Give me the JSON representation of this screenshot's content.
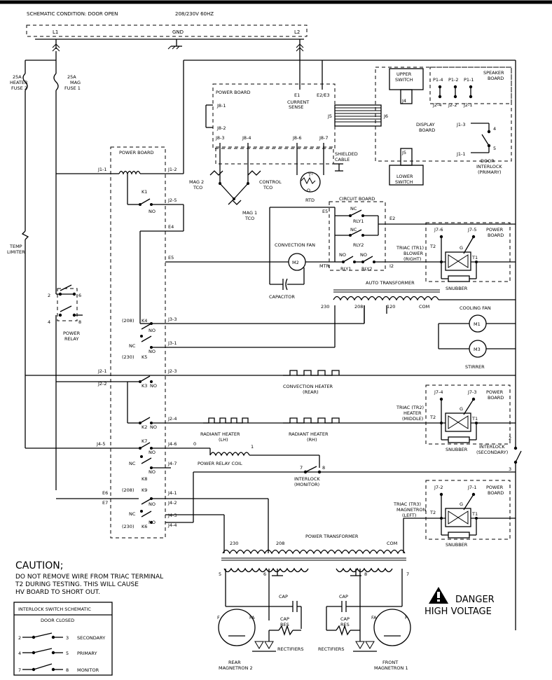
{
  "header": {
    "condition": "SCHEMATIC CONDITION: DOOR OPEN",
    "supply": "208/230V 60HZ",
    "l1": "L1",
    "gnd": "GND",
    "l2": "L2"
  },
  "fuses": {
    "heater": "25A HEATER FUSE 2",
    "heater_lines": [
      "25A",
      "HEATER",
      "FUSE 2"
    ],
    "mag_lines": [
      "25A",
      "MAG",
      "FUSE 1"
    ]
  },
  "temp_limiter": [
    "TEMP",
    "LIMITER"
  ],
  "power_relay": {
    "lines": [
      "POWER",
      "RELAY"
    ],
    "pins": [
      "2",
      "6",
      "4",
      "8"
    ]
  },
  "power_board_left": {
    "title": "POWER BOARD",
    "relays": [
      "K1",
      "K2",
      "K3",
      "K4",
      "K5",
      "K6",
      "K7",
      "K8",
      "K9"
    ],
    "nc": "NC",
    "no": "NO",
    "v208": "(208)",
    "v230": "(230)",
    "connectors": [
      "J1-1",
      "J1-2",
      "J2-5",
      "E4",
      "E5",
      "J3-3",
      "J3-1",
      "J2-1",
      "J2-2",
      "J2-3",
      "J2-4",
      "J4-5",
      "J4-6",
      "J4-7",
      "E6",
      "E7",
      "J4-1",
      "J4-2",
      "J4-3",
      "J4-4"
    ]
  },
  "power_board_top": {
    "title": "POWER BOARD",
    "connectors": [
      "J8-1",
      "J8-2",
      "J8-3",
      "J8-4",
      "J8-6",
      "J8-7",
      "E1",
      "E2/E3"
    ],
    "current_sense": [
      "CURRENT",
      "SENSE"
    ],
    "shielded_cable": [
      "SHIELDED",
      "CABLE"
    ]
  },
  "tco": {
    "mag2": [
      "MAG 2",
      "TCO"
    ],
    "control": [
      "CONTROL",
      "TCO"
    ],
    "mag1": [
      "MAG 1",
      "TCO"
    ]
  },
  "rtd": {
    "label": "RTD",
    "symbol": "T°",
    "ohm": "Ω"
  },
  "display": {
    "upper_switch": [
      "UPPER",
      "SWITCH"
    ],
    "lower_switch": [
      "LOWER",
      "SWITCH"
    ],
    "j4": "J4",
    "j5": "J5",
    "j6": "J6",
    "j5b": "J5",
    "board": [
      "DISPLAY",
      "BOARD"
    ],
    "speaker_board": [
      "SPEAKER",
      "BOARD"
    ],
    "pins_top": [
      "P1-4",
      "P1-2",
      "P1-1"
    ],
    "pins_bottom": [
      "J2-4",
      "J2-2",
      "J2-1"
    ],
    "j1_3": "J1-3",
    "j1_1": "J1-1",
    "door_interlock": [
      "DOOR",
      "INTERLOCK",
      "(PRIMARY)"
    ],
    "pin4": "4",
    "pin5": "5"
  },
  "circuit_board": {
    "title": "CIRCUIT BOARD",
    "e5": "E5",
    "e2": "E2",
    "nc": "NC",
    "no": "NO",
    "rly1": "RLY1",
    "rly2": "RLY2",
    "mtr": "MTR",
    "i2": "I2"
  },
  "convection_fan": {
    "label": "CONVECTION FAN",
    "motor": "M2",
    "capacitor": "CAPACITOR"
  },
  "triac1": {
    "lines": [
      "TRIAC (TR1)",
      "BLOWER",
      "(RIGHT)"
    ],
    "j_left": "J7-6",
    "j_right": "J7-5",
    "board": [
      "POWER",
      "BOARD"
    ],
    "t2": "T2",
    "t1": "T1",
    "g": "G",
    "snubber": "SNUBBER"
  },
  "auto_transformer": {
    "label": "AUTO TRANSFORMER",
    "taps": [
      "230",
      "208",
      "120",
      "COM"
    ]
  },
  "cooling_fan": {
    "label": "COOLING FAN",
    "motor": "M1"
  },
  "stirrer": {
    "label": "STIRRER",
    "motor": "M3"
  },
  "convection_heater": [
    "CONVECTION HEATER",
    "(REAR)"
  ],
  "triac2": {
    "lines": [
      "TRIAC (TR2)",
      "HEATER",
      "(MIDDLE)"
    ],
    "j_left": "J7-4",
    "j_right": "J7-3",
    "board": [
      "POWER",
      "BOARD"
    ],
    "t2": "T2",
    "t1": "T1",
    "g": "G",
    "snubber": "SNUBBER"
  },
  "radiant_left": [
    "RADIANT HEATER",
    "(LH)"
  ],
  "radiant_right": [
    "RADIANT HEATER",
    "(RH)"
  ],
  "interlock_secondary": [
    "INTERLOCK",
    "(SECONDARY)"
  ],
  "interlock_sec_pins": [
    "2",
    "3"
  ],
  "power_relay_coil": {
    "label": "POWER RELAY COIL",
    "p0": "0",
    "p1": "1"
  },
  "interlock_monitor": {
    "lines": [
      "INTERLOCK",
      "(MONITOR)"
    ],
    "p7": "7",
    "p8": "8"
  },
  "triac3": {
    "lines": [
      "TRIAC (TR3)",
      "MAGNETRON",
      "(LEFT)"
    ],
    "j_left": "J7-2",
    "j_right": "J7-1",
    "board": [
      "POWER",
      "BOARD"
    ],
    "t2": "T2",
    "t1": "T1",
    "g": "G",
    "snubber": "SNUBBER"
  },
  "power_transformer": {
    "label": "POWER TRANSFORMER",
    "taps": [
      "230",
      "208",
      "COM"
    ],
    "sec": [
      "5",
      "6",
      "8",
      "7"
    ]
  },
  "hv": {
    "cap": "CAP",
    "cap_res": [
      "CAP",
      "RES"
    ],
    "rectifiers": "RECTIFIERS",
    "rear": [
      "REAR",
      "MAGNETRON 2"
    ],
    "front": [
      "FRONT",
      "MAGNETRON 1"
    ],
    "f": "F",
    "fa": "FA"
  },
  "caution": {
    "title": "CAUTION;",
    "lines": [
      "DO NOT REMOVE WIRE FROM TRIAC TERMINAL",
      "T2 DURING TESTING. THIS WILL CAUSE",
      "HV BOARD TO SHORT OUT."
    ]
  },
  "danger": {
    "line1": "DANGER",
    "line2": "HIGH VOLTAGE"
  },
  "interlock_schematic": {
    "title": "INTERLOCK SWITCH SCHEMATIC",
    "subtitle": "DOOR CLOSED",
    "rows": [
      {
        "a": "2",
        "b": "3",
        "name": "SECONDARY"
      },
      {
        "a": "4",
        "b": "5",
        "name": "PRIMARY"
      },
      {
        "a": "7",
        "b": "8",
        "name": "MONITOR"
      }
    ]
  }
}
